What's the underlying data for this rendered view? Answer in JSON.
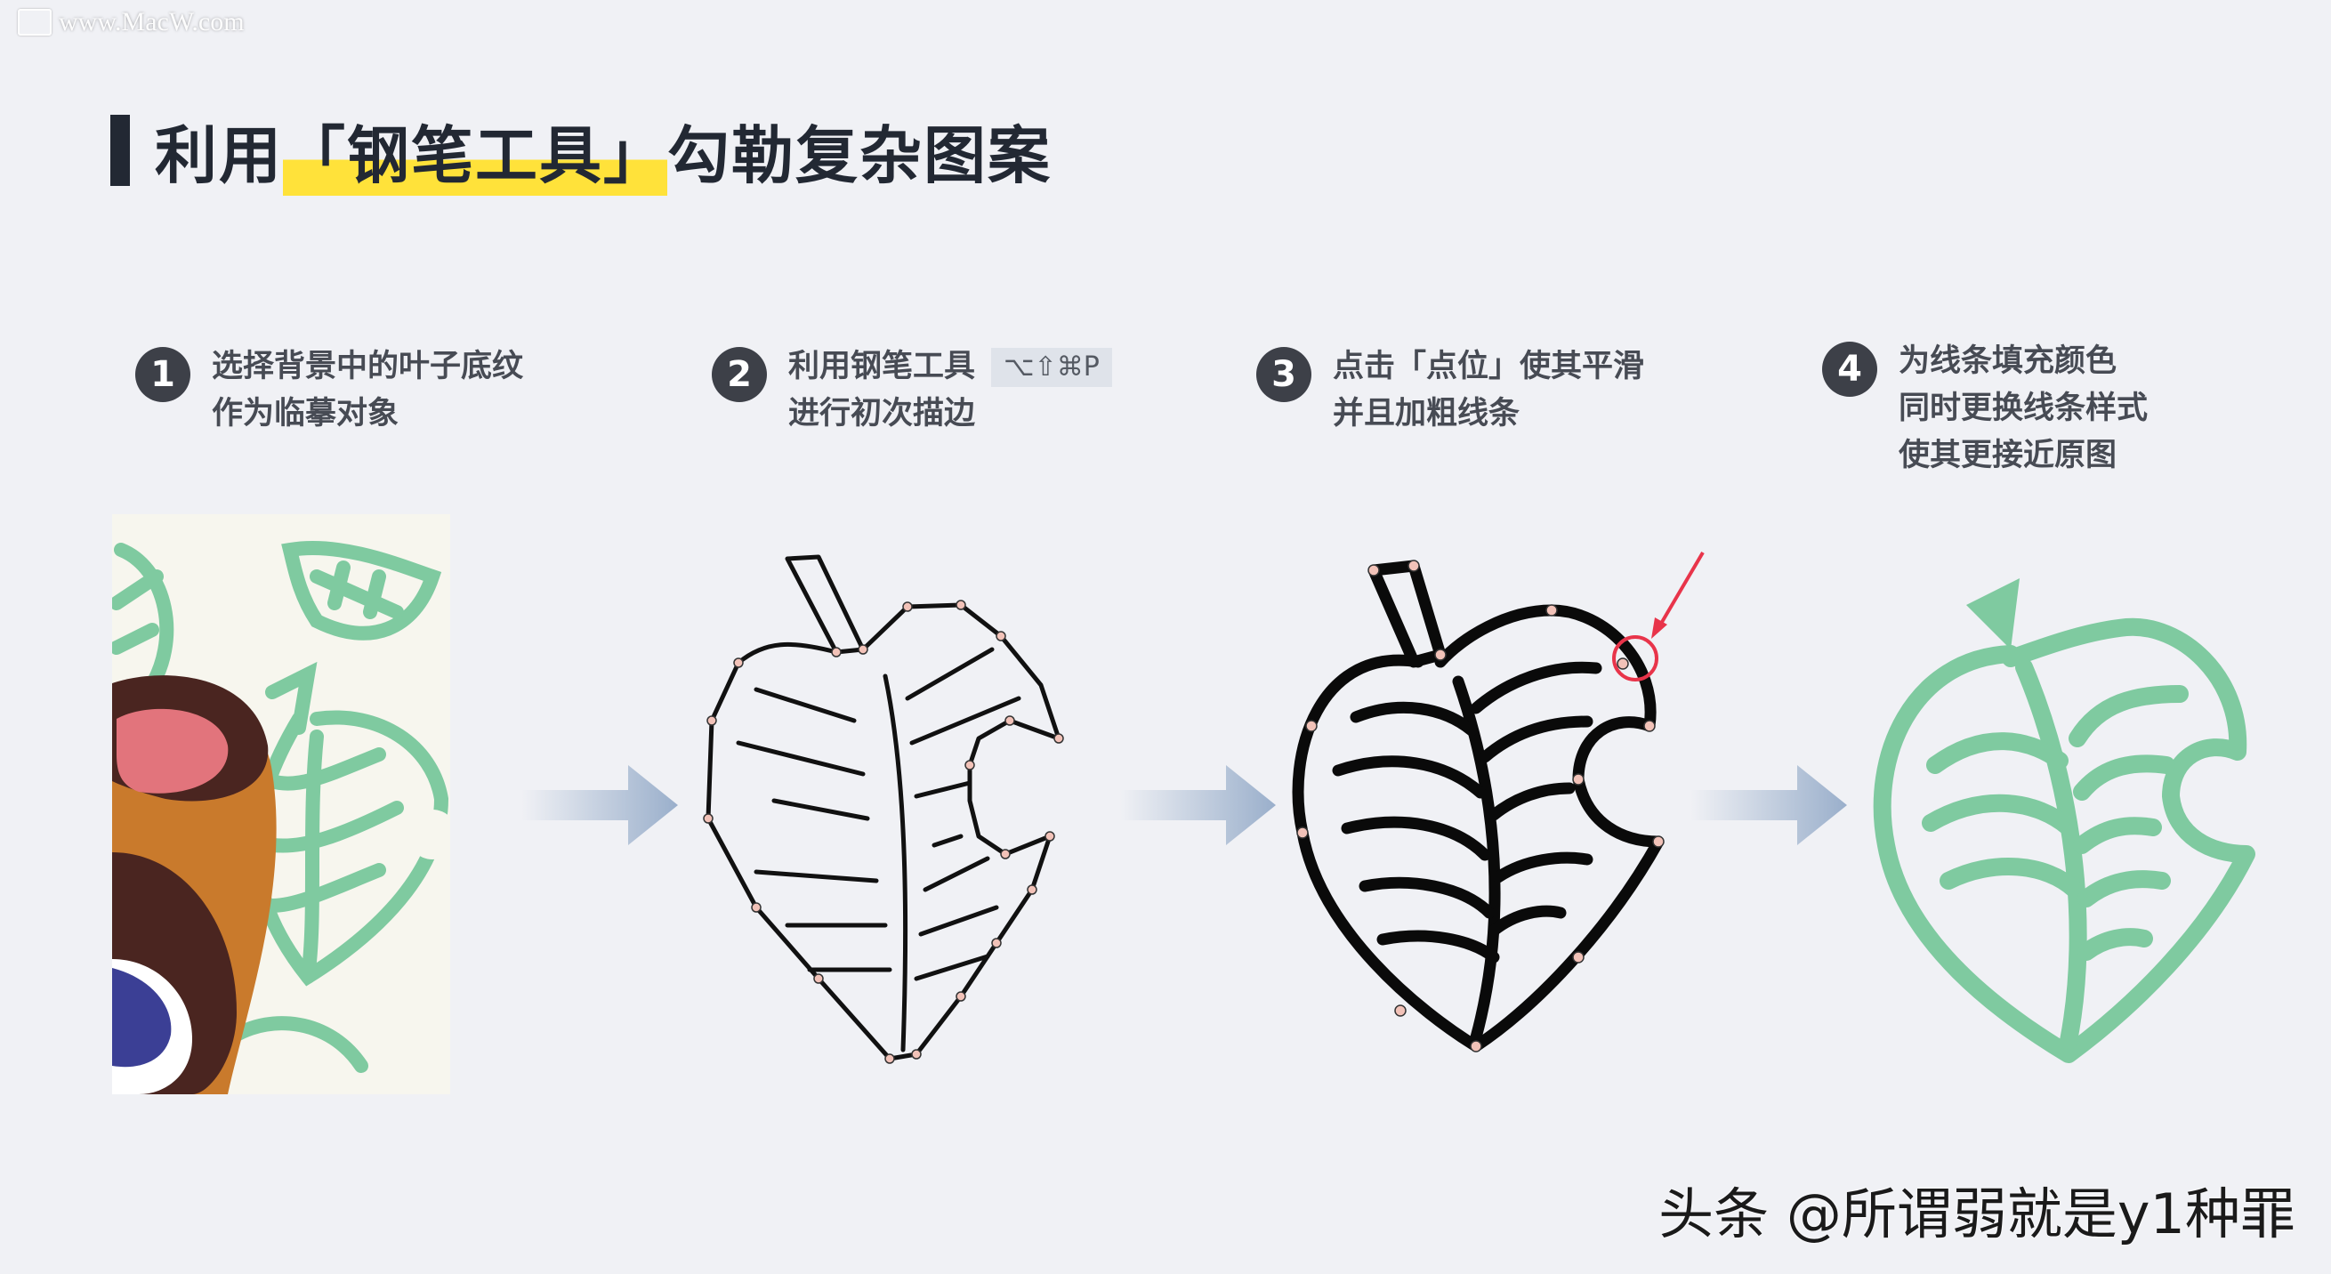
{
  "watermark": "www.MacW.com",
  "title": {
    "pre": "利用",
    "highlight": "「钢笔工具」",
    "post": "勾勒复杂图案"
  },
  "steps": [
    {
      "num": "1",
      "line1": "选择背景中的叶子底纹",
      "line2": "作为临摹对象",
      "line3": ""
    },
    {
      "num": "2",
      "line1": "利用钢笔工具",
      "shortcut": "⌥⇧⌘P",
      "line2": "进行初次描边",
      "line3": ""
    },
    {
      "num": "3",
      "line1": "点击「点位」使其平滑",
      "line2": "并且加粗线条",
      "line3": ""
    },
    {
      "num": "4",
      "line1": "为线条填充颜色",
      "line2": "同时更换线条样式",
      "line3": "使其更接近原图"
    }
  ],
  "colors": {
    "leaf_green": "#7fcaa0",
    "accent_red": "#e8344a",
    "arrow_blue": "#9aafcb",
    "highlight_yellow": "#ffe23a"
  },
  "credit": "头条 @所谓弱就是y1种罪"
}
